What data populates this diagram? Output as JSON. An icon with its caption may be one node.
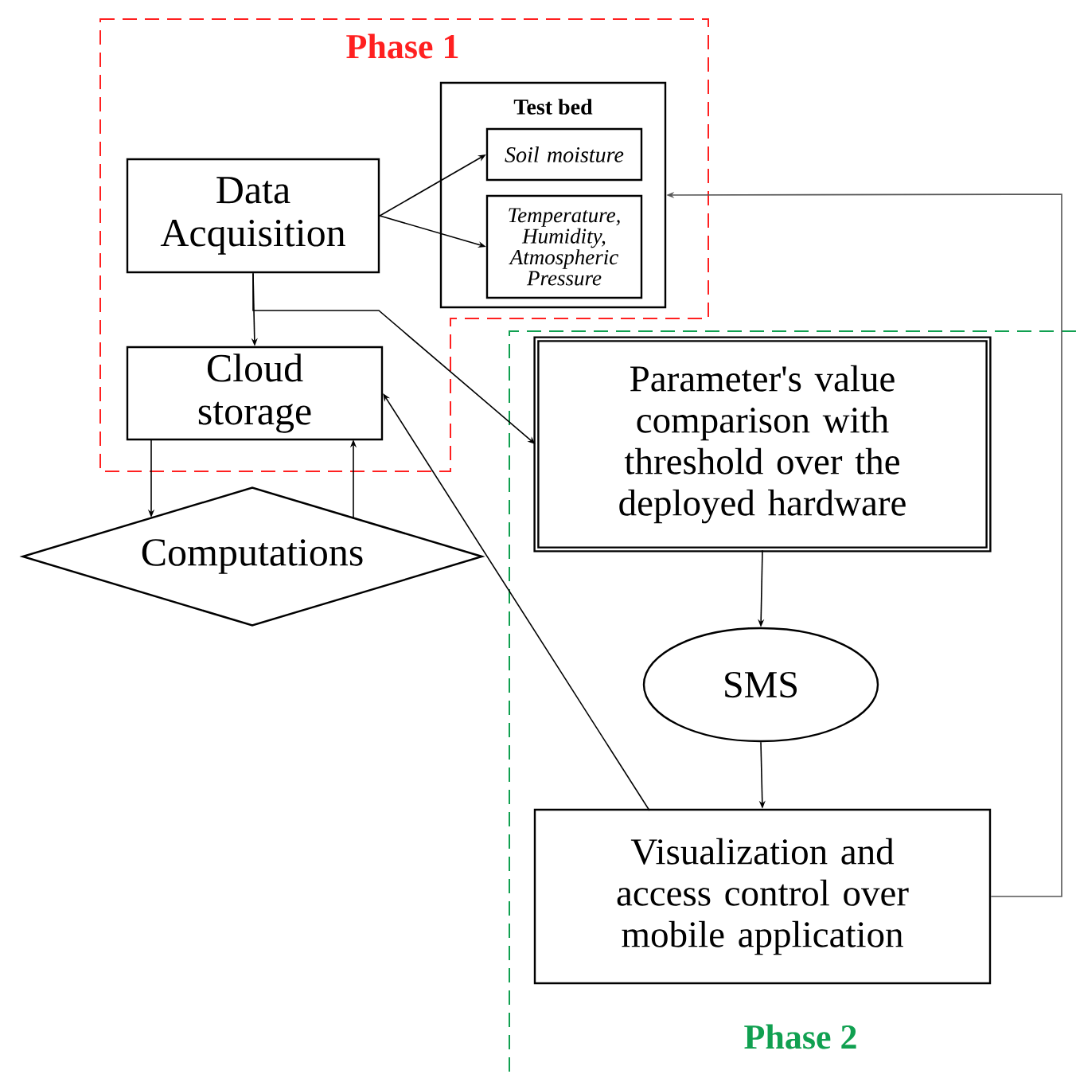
{
  "diagram": {
    "nodes": [
      {
        "text": [
          "Phase 1"
        ]
      },
      {
        "text": [
          "Test bed"
        ],
        "in": 0
      },
      {
        "text": [
          "Soil moisture"
        ],
        "in": 1
      },
      {
        "text": [
          "Temperature, Humidity, Atmospheric Pressure"
        ],
        "in": 1
      },
      {
        "text": [
          "Data Acquisition"
        ],
        "in": 0
      },
      {
        "text": [
          "Cloud storage"
        ],
        "in": 0
      },
      {
        "text": [
          "Computations"
        ]
      },
      {
        "text": [
          "Phase 2"
        ]
      },
      {
        "text": [
          "Parameter's value comparison with threshold over the deployed hardware"
        ],
        "in": 7
      },
      {
        "text": [
          "SMS"
        ],
        "in": 7
      },
      {
        "text": [
          "Visualization and access control over mobile application"
        ],
        "in": 7
      }
    ],
    "edges": [
      {
        "from": 4,
        "to": 2,
        "arrow": "to"
      },
      {
        "from": 4,
        "to": 3,
        "arrow": "to"
      },
      {
        "from": 4,
        "to": 5,
        "arrow": "to"
      },
      {
        "from": 4,
        "to": 8,
        "arrow": "to"
      },
      {
        "from": 5,
        "to": 6,
        "arrow": "to"
      },
      {
        "from": 6,
        "to": 5,
        "arrow": "to"
      },
      {
        "from": 10,
        "to": 5,
        "arrow": "to"
      },
      {
        "from": 8,
        "to": 9,
        "arrow": "to"
      },
      {
        "from": 9,
        "to": 10,
        "arrow": "to"
      },
      {
        "from": 10,
        "to": 1,
        "arrow": "to",
        "color": "#555555"
      }
    ]
  }
}
